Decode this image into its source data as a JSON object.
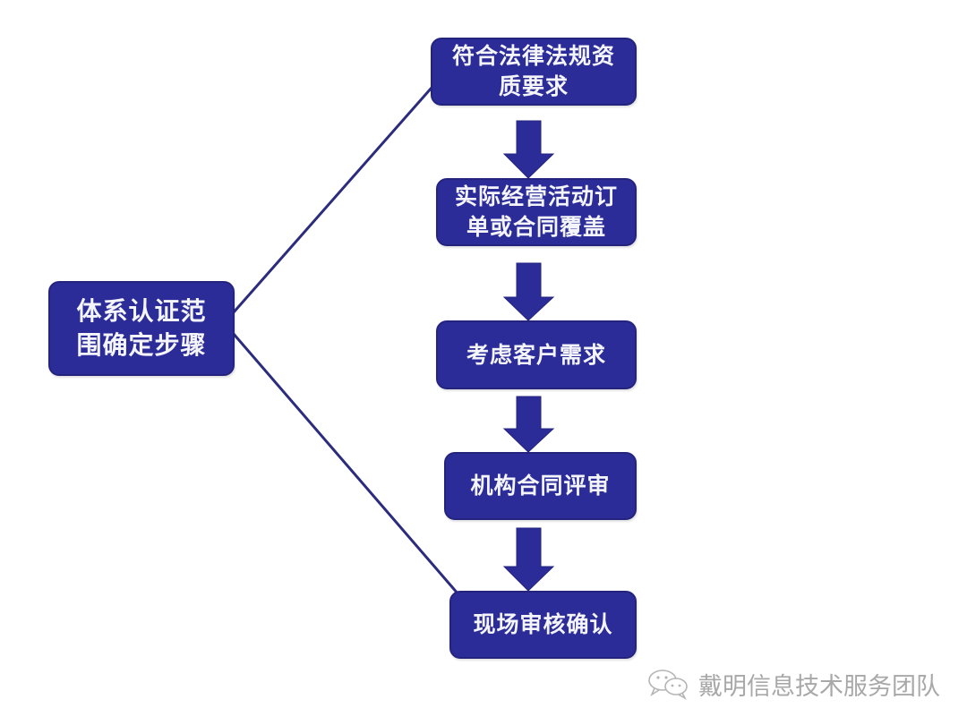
{
  "diagram": {
    "root": {
      "label": "体系认证范\n围确定步骤"
    },
    "steps": [
      {
        "label": "符合法律法规资\n质要求"
      },
      {
        "label": "实际经营活动订\n单或合同覆盖"
      },
      {
        "label": "考虑客户需求"
      },
      {
        "label": "机构合同评审"
      },
      {
        "label": "现场审核确认"
      }
    ],
    "connectors": [
      {
        "from": "root",
        "to": "step-1",
        "type": "line"
      },
      {
        "from": "root",
        "to": "step-5",
        "type": "line"
      },
      {
        "from": "step-1",
        "to": "step-2",
        "type": "arrow"
      },
      {
        "from": "step-2",
        "to": "step-3",
        "type": "arrow"
      },
      {
        "from": "step-3",
        "to": "step-4",
        "type": "arrow"
      },
      {
        "from": "step-4",
        "to": "step-5",
        "type": "arrow"
      }
    ],
    "colors": {
      "box_fill": "#2c2c98",
      "box_text": "#f4f4fb",
      "connector": "#2c2c7e",
      "arrow_fill": "#2c2c98"
    }
  },
  "watermark": {
    "icon": "wechat-icon",
    "text": "戴明信息技术服务团队"
  }
}
